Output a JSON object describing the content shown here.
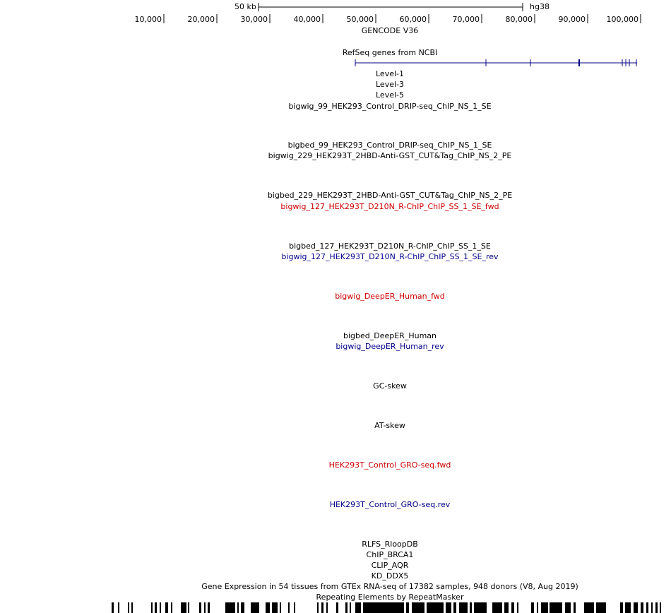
{
  "scale_bar": {
    "label": "50 kb",
    "assembly": "hg38"
  },
  "ruler": {
    "ticks": [
      "10,000",
      "20,000",
      "30,000",
      "40,000",
      "50,000",
      "60,000",
      "70,000",
      "80,000",
      "90,000",
      "100,000"
    ]
  },
  "gencode_label": "GENCODE V36",
  "refseq_label": "RefSeq genes from NCBI",
  "tracks": [
    {
      "label": "Level-1",
      "color": "#000000"
    },
    {
      "label": "Level-3",
      "color": "#000000"
    },
    {
      "label": "Level-5",
      "color": "#000000"
    },
    {
      "label": "bigwig_99_HEK293_Control_DRIP-seq_ChIP_NS_1_SE",
      "color": "#000000"
    },
    {
      "label": "bigbed_99_HEK293_Control_DRIP-seq_ChIP_NS_1_SE",
      "color": "#000000"
    },
    {
      "label": "bigwig_229_HEK293T_2HBD-Anti-GST_CUT&Tag_ChIP_NS_2_PE",
      "color": "#000000"
    },
    {
      "label": "bigbed_229_HEK293T_2HBD-Anti-GST_CUT&Tag_ChIP_NS_2_PE",
      "color": "#000000"
    },
    {
      "label": "bigwig_127_HEK293T_D210N_R-ChIP_ChIP_SS_1_SE_fwd",
      "color": "#cc0000"
    },
    {
      "label": "bigbed_127_HEK293T_D210N_R-ChIP_ChIP_SS_1_SE",
      "color": "#000000"
    },
    {
      "label": "bigwig_127_HEK293T_D210N_R-ChIP_ChIP_SS_1_SE_rev",
      "color": "#00008b"
    },
    {
      "label": "bigwig_DeepER_Human_fwd",
      "color": "#cc0000"
    },
    {
      "label": "bigbed_DeepER_Human",
      "color": "#000000"
    },
    {
      "label": "bigwig_DeepER_Human_rev",
      "color": "#00008b"
    },
    {
      "label": "GC-skew",
      "color": "#000000"
    },
    {
      "label": "AT-skew",
      "color": "#000000"
    },
    {
      "label": "HEK293T_Control_GRO-seq.fwd",
      "color": "#cc0000"
    },
    {
      "label": "HEK293T_Control_GRO-seq.rev",
      "color": "#00008b"
    },
    {
      "label": "RLFS_RloopDB",
      "color": "#000000"
    },
    {
      "label": "ChIP_BRCA1",
      "color": "#000000"
    },
    {
      "label": "CLIP_AQR",
      "color": "#000000"
    },
    {
      "label": "KD_DDX5",
      "color": "#000000"
    },
    {
      "label": "Gene Expression in 54 tissues from GTEx RNA-seq of 17382 samples, 948 donors (V8, Aug 2019)",
      "color": "#000000"
    },
    {
      "label": "Repeating Elements by RepeatMasker",
      "color": "#000000"
    }
  ],
  "colors": {
    "refseq_gene": "#000080",
    "ruler": "#000000",
    "repeat_blocks": "#000000"
  }
}
